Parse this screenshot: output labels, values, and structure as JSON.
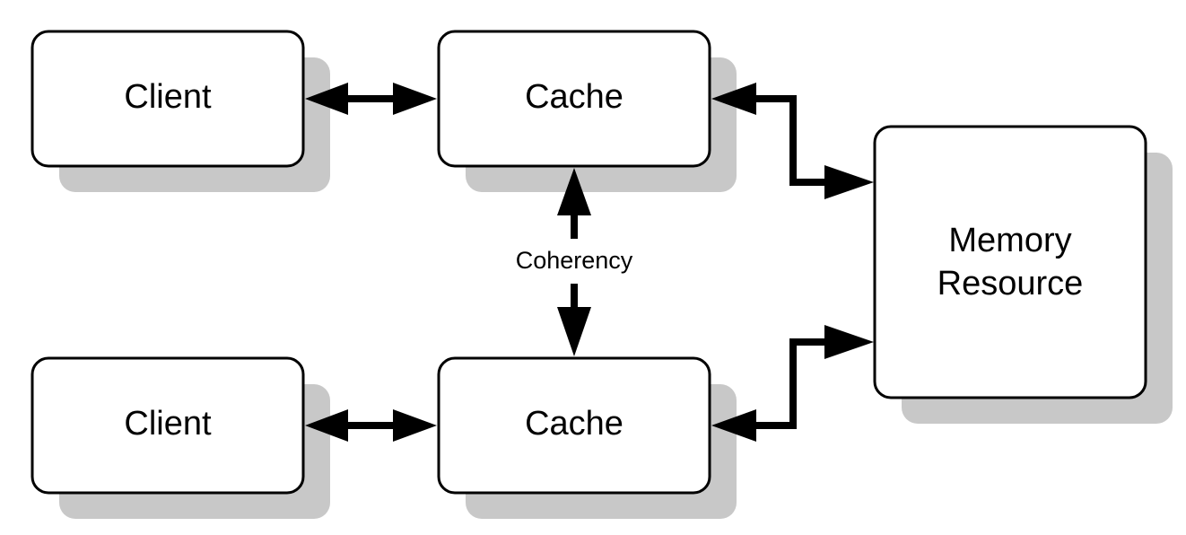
{
  "nodes": {
    "client_top": {
      "label": "Client"
    },
    "client_bottom": {
      "label": "Client"
    },
    "cache_top": {
      "label": "Cache"
    },
    "cache_bottom": {
      "label": "Cache"
    },
    "memory": {
      "line1": "Memory",
      "line2": "Resource"
    }
  },
  "edges": {
    "coherency_label": "Coherency"
  },
  "colors": {
    "box_fill": "#ffffff",
    "box_stroke": "#000000",
    "shadow": "#c8c8c8",
    "arrow": "#000000"
  }
}
